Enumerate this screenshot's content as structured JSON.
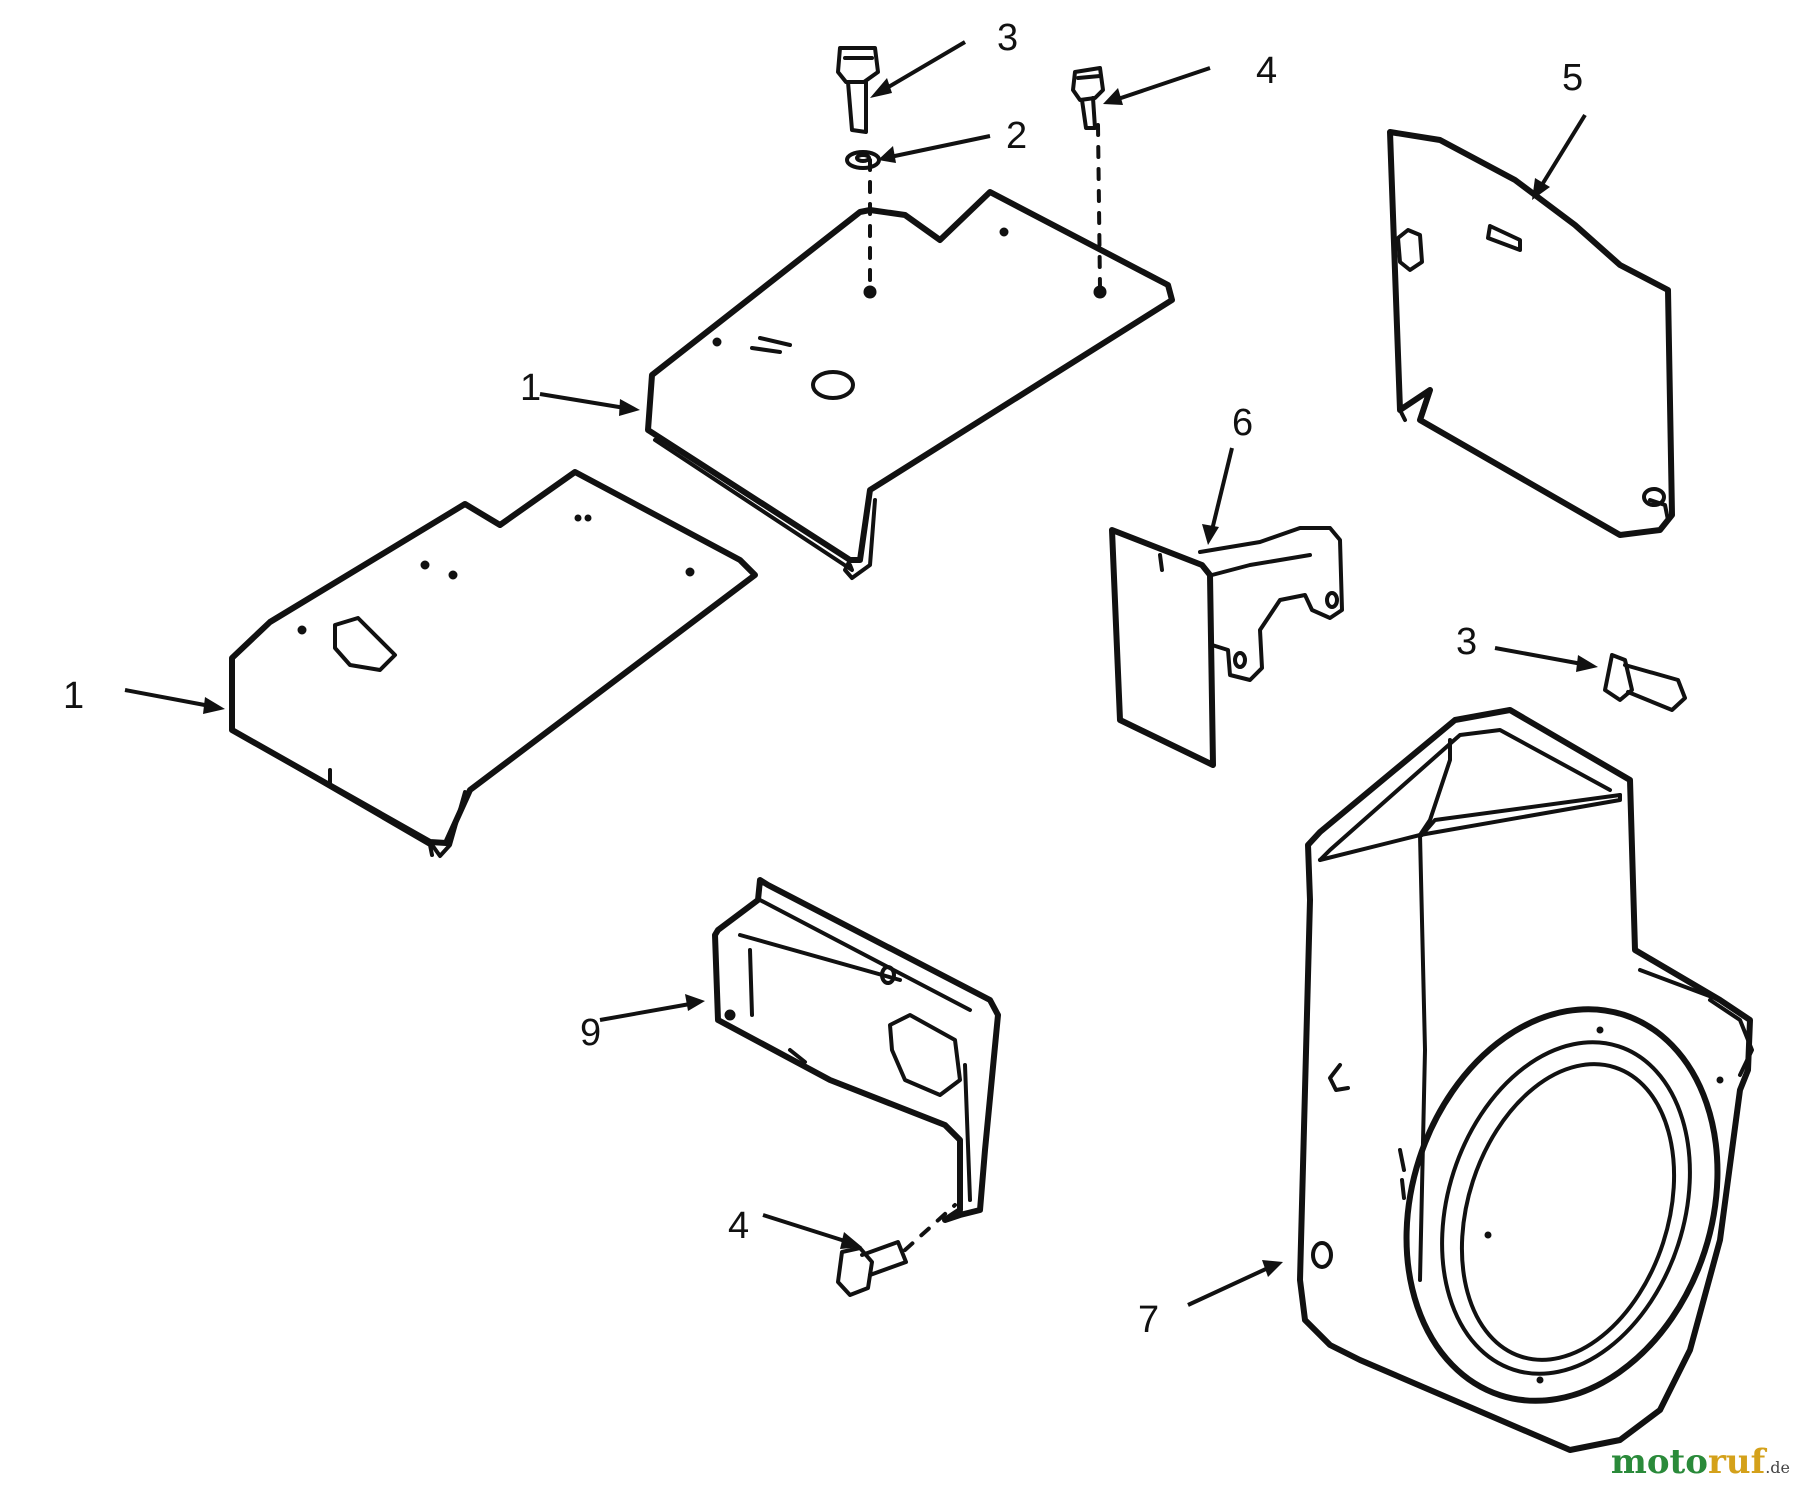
{
  "diagram": {
    "callouts": {
      "c1a": "1",
      "c1b": "1",
      "c2": "2",
      "c3a": "3",
      "c3b": "3",
      "c4a": "4",
      "c4b": "4",
      "c5": "5",
      "c6": "6",
      "c7": "7",
      "c9": "9"
    }
  },
  "watermark": {
    "part1": "moto",
    "part2": "ruf",
    "part3": ".de",
    "colors": {
      "green": "#2a8a3a",
      "yellow": "#d4a11a"
    }
  }
}
